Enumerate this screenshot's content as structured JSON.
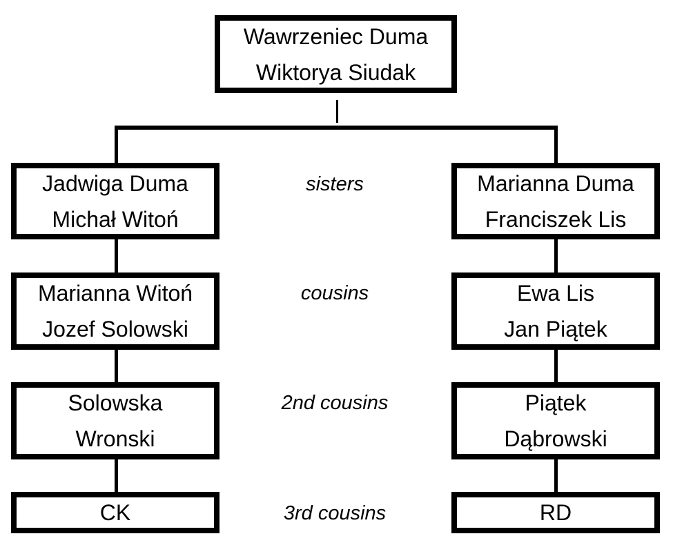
{
  "tree": {
    "root": {
      "line1": "Wawrzeniec Duma",
      "line2": "Wiktorya Siudak"
    },
    "left": [
      {
        "line1": "Jadwiga Duma",
        "line2": "Michał Witoń"
      },
      {
        "line1": "Marianna Witoń",
        "line2": "Jozef Solowski"
      },
      {
        "line1": "Solowska",
        "line2": "Wronski"
      },
      {
        "line1": "CK"
      }
    ],
    "right": [
      {
        "line1": "Marianna Duma",
        "line2": "Franciszek Lis"
      },
      {
        "line1": "Ewa Lis",
        "line2": "Jan Piątek"
      },
      {
        "line1": "Piątek",
        "line2": "Dąbrowski"
      },
      {
        "line1": "RD"
      }
    ],
    "relations": [
      "sisters",
      "cousins",
      "2nd cousins",
      "3rd cousins"
    ]
  }
}
